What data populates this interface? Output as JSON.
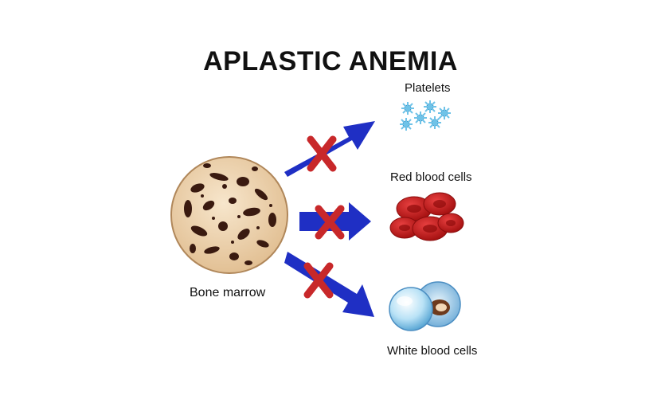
{
  "title": "APLASTIC ANEMIA",
  "source_label": "Bone marrow",
  "outputs": [
    {
      "label": "Platelets",
      "blocked": true
    },
    {
      "label": "Red blood cells",
      "blocked": true
    },
    {
      "label": "White blood cells",
      "blocked": true
    }
  ],
  "colors": {
    "arrow": "#1f2fc4",
    "block_mark": "#c8282a",
    "bone_fill": "#f1d7b4",
    "bone_pore": "#3a1a10",
    "platelet": "#6fc3e8",
    "red_cell": "#c81c1c",
    "white_cell": "#9fd3ee"
  }
}
